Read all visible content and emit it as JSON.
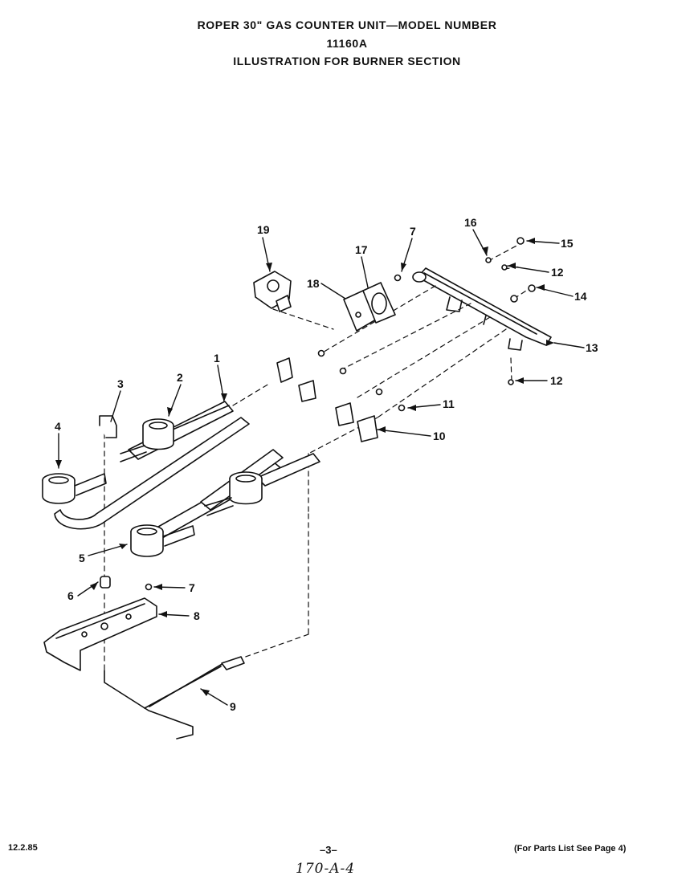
{
  "header": {
    "title_line1": "ROPER 30\" GAS COUNTER UNIT—MODEL NUMBER",
    "title_line2": "11160A",
    "title_line3": "ILLUSTRATION FOR BURNER SECTION"
  },
  "callouts": {
    "c1": "1",
    "c2": "2",
    "c3": "3",
    "c4": "4",
    "c5": "5",
    "c6": "6",
    "c7a": "7",
    "c7b": "7",
    "c8": "8",
    "c9": "9",
    "c10": "10",
    "c11": "11",
    "c12a": "12",
    "c12b": "12",
    "c13": "13",
    "c14": "14",
    "c15": "15",
    "c16": "16",
    "c17": "17",
    "c18": "18",
    "c19": "19"
  },
  "footer": {
    "date": "12.2.85",
    "page": "–3–",
    "parts_ref": "(For Parts List See Page 4)",
    "handwritten": "170-A-4"
  }
}
